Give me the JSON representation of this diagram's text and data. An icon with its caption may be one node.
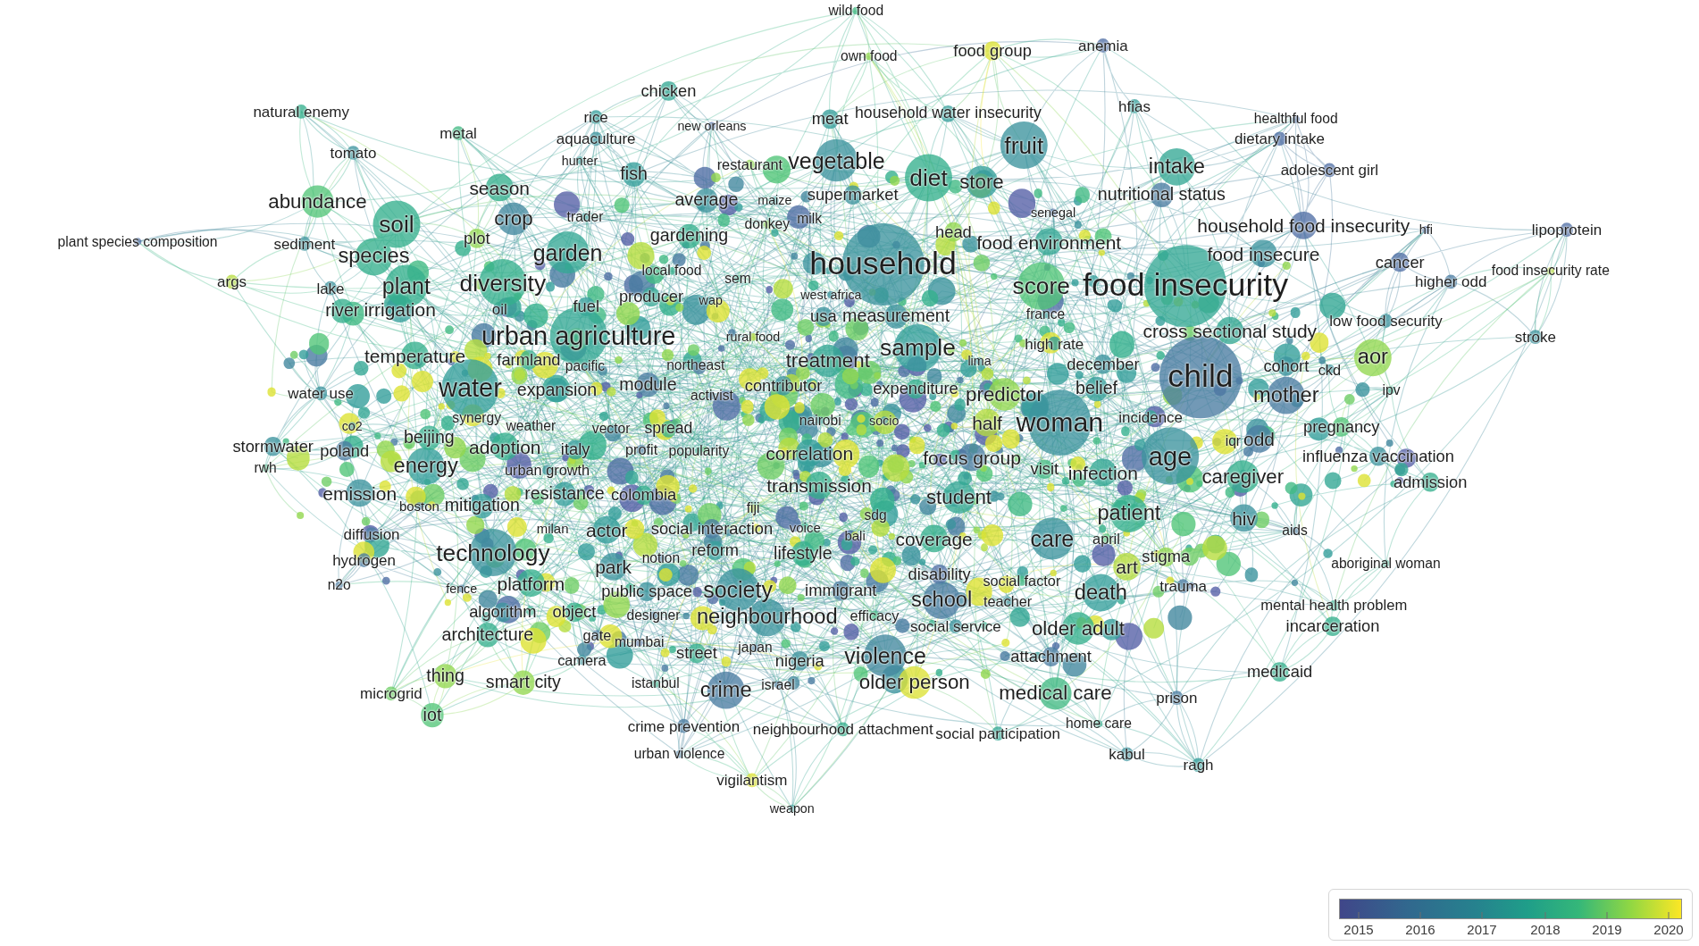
{
  "diagram": {
    "labels": [
      "wild food",
      "anemia",
      "food group",
      "own food",
      "chicken",
      "hfias",
      "natural enemy",
      "household water insecurity",
      "rice",
      "meat",
      "healthful food",
      "new orleans",
      "metal",
      "aquaculture",
      "dietary intake",
      "fruit",
      "tomato",
      "hunter",
      "vegetable",
      "restaurant",
      "intake",
      "adolescent girl",
      "fish",
      "diet",
      "store",
      "season",
      "supermarket",
      "nutritional status",
      "average",
      "maize",
      "abundance",
      "senegal",
      "trader",
      "crop",
      "milk",
      "donkey",
      "soil",
      "household food insecurity",
      "hfi",
      "lipoprotein",
      "head",
      "gardening",
      "plot",
      "plant species composition",
      "food environment",
      "sediment",
      "garden",
      "food insecure",
      "species",
      "cancer",
      "household",
      "local food",
      "food insecurity rate",
      "sem",
      "args",
      "higher odd",
      "diversity",
      "plant",
      "score",
      "food insecurity",
      "lake",
      "west africa",
      "producer",
      "wap",
      "fuel",
      "oil",
      "irrigation",
      "river",
      "france",
      "usa",
      "measurement",
      "low food security",
      "cross sectional study",
      "urban agriculture",
      "rural food",
      "stroke",
      "high rate",
      "sample",
      "temperature",
      "aor",
      "farmland",
      "treatment",
      "lima",
      "december",
      "northeast",
      "pacific",
      "cohort",
      "ckd",
      "child",
      "module",
      "contributor",
      "water",
      "expenditure",
      "belief",
      "expansion",
      "ipv",
      "water use",
      "predictor",
      "activist",
      "mother",
      "synergy",
      "incidence",
      "nairobi",
      "socio",
      "half",
      "woman",
      "weather",
      "co2",
      "pregnancy",
      "vector",
      "spread",
      "beijing",
      "odd",
      "iqr",
      "adoption",
      "stormwater",
      "italy",
      "profit",
      "poland",
      "popularity",
      "correlation",
      "age",
      "influenza vaccination",
      "focus group",
      "energy",
      "rwh",
      "visit",
      "urban growth",
      "infection",
      "caregiver",
      "admission",
      "transmission",
      "emission",
      "resistance",
      "colombia",
      "student",
      "boston",
      "mitigation",
      "fiji",
      "patient",
      "sdg",
      "hiv",
      "voice",
      "milan",
      "social interaction",
      "actor",
      "aids",
      "diffusion",
      "bali",
      "coverage",
      "care",
      "april",
      "reform",
      "technology",
      "lifestyle",
      "stigma",
      "notion",
      "hydrogen",
      "aboriginal woman",
      "park",
      "art",
      "disability",
      "social factor",
      "platform",
      "n2o",
      "trauma",
      "fence",
      "society",
      "immigrant",
      "public space",
      "death",
      "school",
      "teacher",
      "mental health problem",
      "algorithm",
      "object",
      "designer",
      "efficacy",
      "neighbourhood",
      "social service",
      "incarceration",
      "older adult",
      "architecture",
      "gate",
      "mumbai",
      "japan",
      "street",
      "violence",
      "attachment",
      "camera",
      "nigeria",
      "medicaid",
      "thing",
      "smart city",
      "older person",
      "istanbul",
      "israel",
      "crime",
      "medical care",
      "microgrid",
      "prison",
      "iot",
      "home care",
      "crime prevention",
      "neighbourhood attachment",
      "social participation",
      "kabul",
      "urban violence",
      "ragh",
      "vigilantism",
      "weapon",
      "2015",
      "2016",
      "2017",
      "2018",
      "2019",
      "2020"
    ]
  }
}
